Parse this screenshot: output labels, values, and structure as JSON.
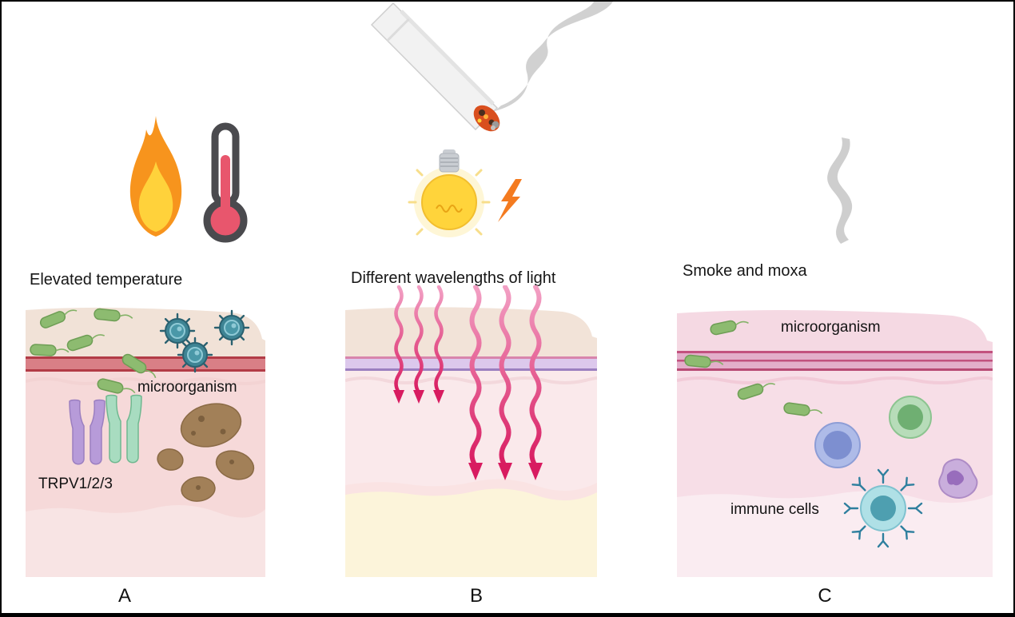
{
  "figure": {
    "kind": "three-panel scientific illustration of skin cross-sections",
    "background": "#ffffff",
    "border_color": "#000000"
  },
  "panels": [
    {
      "letter": "A",
      "caption": "Elevated temperature",
      "icons": [
        "fire-icon",
        "thermometer-icon"
      ],
      "labels": {
        "microorganism": "microorganism",
        "receptor": "TRPV1/2/3"
      }
    },
    {
      "letter": "B",
      "caption": "Different wavelengths of light",
      "icons": [
        "moxa-stick-icon",
        "smoke-icon",
        "lightbulb-icon",
        "lightning-bolt-icon"
      ],
      "labels": {}
    },
    {
      "letter": "C",
      "caption": "Smoke and moxa",
      "icons": [
        "smoke-wisp-icon"
      ],
      "labels": {
        "microorganism": "microorganism",
        "immune": "immune cells"
      }
    }
  ],
  "colors": {
    "flame_orange": "#F7941D",
    "flame_yellow": "#FFD23B",
    "thermometer_gray": "#4A4A4E",
    "mercury_red": "#E8566D",
    "bulb_yellow": "#FFD43B",
    "bolt_orange": "#F47B20",
    "smoke_gray": "#C6C6C6",
    "light_arrow_pink": "#D81B60",
    "bacteria_green": "#8DBB70",
    "virus_teal": "#3E8494",
    "receptor_purple": "#B79BD9",
    "receptor_green": "#A8DCC0",
    "dermal_cell_brown": "#A28058",
    "skin_epidermis_beige": "#F1E2D7",
    "skin_dermis_pink": "#F6D9D9",
    "skin_band_red": "#D97F86",
    "skin_band_purple": "#DCC8EC",
    "skin_band_pink": "#E3AECA",
    "hypodermis_yellow": "#FCF4DA",
    "immune_blue": "#AEBBE8",
    "immune_green": "#B7DCB9",
    "immune_purple": "#C9AEDC",
    "immune_teal": "#AFE0E6"
  }
}
